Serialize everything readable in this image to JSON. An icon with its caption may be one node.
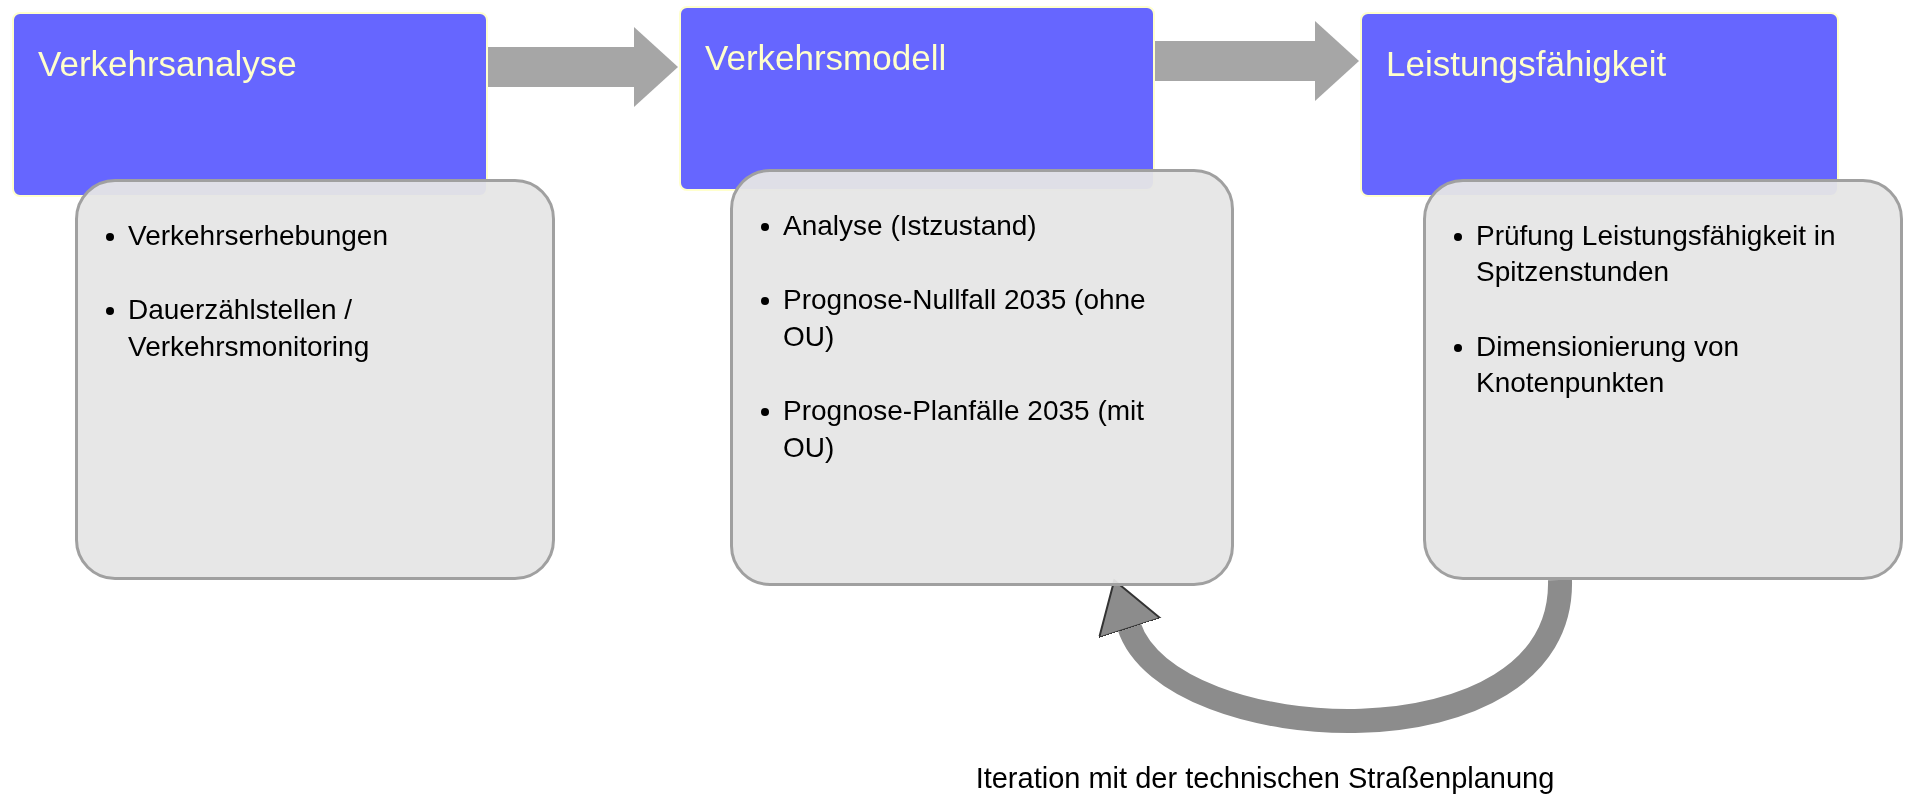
{
  "diagram": {
    "nodes": [
      {
        "text": [
          "Verkehrsanalyse"
        ]
      },
      {
        "text": [
          "Verkehrserhebungen",
          "Dauerzählstellen / Verkehrsmonitoring"
        ]
      },
      {
        "text": [
          "Verkehrsmodell"
        ]
      },
      {
        "text": [
          "Analyse (Istzustand)",
          "Prognose-Nullfall 2035 (ohne OU)",
          "Prognose-Planfälle 2035 (mit OU)"
        ]
      },
      {
        "text": [
          "Leistungsfähigkeit"
        ]
      },
      {
        "text": [
          "Prüfung Leistungsfähigkeit in Spitzenstunden",
          "Dimensionierung von Knotenpunkten"
        ]
      }
    ],
    "edges": [
      {
        "from": 0,
        "to": 2,
        "arrow": "to"
      },
      {
        "from": 2,
        "to": 4,
        "arrow": "to"
      },
      {
        "from": 5,
        "to": 3,
        "arrow": "to",
        "label": "Iteration mit der technischen Straßenplanung"
      }
    ]
  }
}
